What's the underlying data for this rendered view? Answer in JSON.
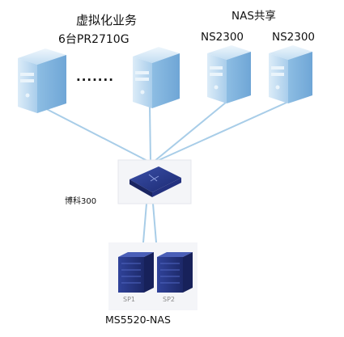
{
  "labels": {
    "virtualization_title": "虚拟化业务",
    "virtualization_subtitle": "6台PR2710G",
    "ellipsis": ".......",
    "nas_title": "NAS共享",
    "nas_server_1": "NS2300",
    "nas_server_2": "NS2300",
    "switch": "博科300",
    "storage": "MS5520-NAS",
    "sp1": "SP1",
    "sp2": "SP2"
  },
  "colors": {
    "server_light": "#cfe5f6",
    "server_mid": "#a9cdeb",
    "server_dark": "#7fb2dc",
    "link": "#a8cde8",
    "switch_body": "#2a3b8c",
    "storage_body": "#26357e",
    "label_text": "#111111",
    "sp_text": "#8a8a8a"
  }
}
